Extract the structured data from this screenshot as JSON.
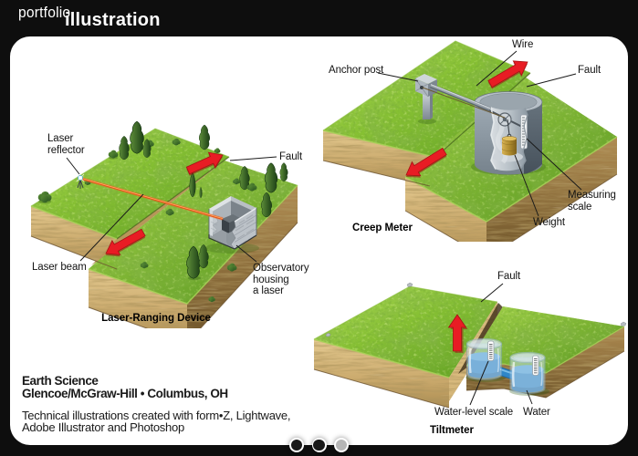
{
  "brand": {
    "word1": "portfolio",
    "word2": "illustration"
  },
  "figures": {
    "laser": {
      "caption": "Laser-Ranging Device",
      "labels": {
        "reflector": "Laser\nreflector",
        "fault": "Fault",
        "beam": "Laser beam",
        "observatory": "Observatory\nhousing\na laser"
      }
    },
    "creep": {
      "caption": "Creep Meter",
      "labels": {
        "wire": "Wire",
        "anchor": "Anchor post",
        "fault": "Fault",
        "scale": "Measuring\nscale",
        "weight": "Weight"
      }
    },
    "tilt": {
      "caption": "Tiltmeter",
      "labels": {
        "fault": "Fault",
        "water_scale": "Water-level scale",
        "water": "Water"
      }
    }
  },
  "credits": {
    "title_lines": "Earth Science\nGlencoe/McGraw-Hill • Columbus, OH",
    "tech_lines": "Technical illustrations created with form•Z, Lightwave,\nAdobe Illustrator and Photoshop"
  },
  "pager": {
    "dots": [
      {
        "state": "inactive"
      },
      {
        "state": "inactive"
      },
      {
        "state": "active"
      }
    ]
  },
  "colors": {
    "background": "#0e0e0e",
    "card": "#ffffff",
    "grass_light": "#9ac94c",
    "grass_dark": "#4e7d1f",
    "soil_light": "#d9bc80",
    "soil_dark": "#8a6839",
    "arrow_red": "#e81c24",
    "laser_orange": "#f05a14",
    "metal_gray": "#aab3ba",
    "brass": "#b8912f",
    "water_blue": "#2f86cc",
    "label_text": "#131313"
  }
}
